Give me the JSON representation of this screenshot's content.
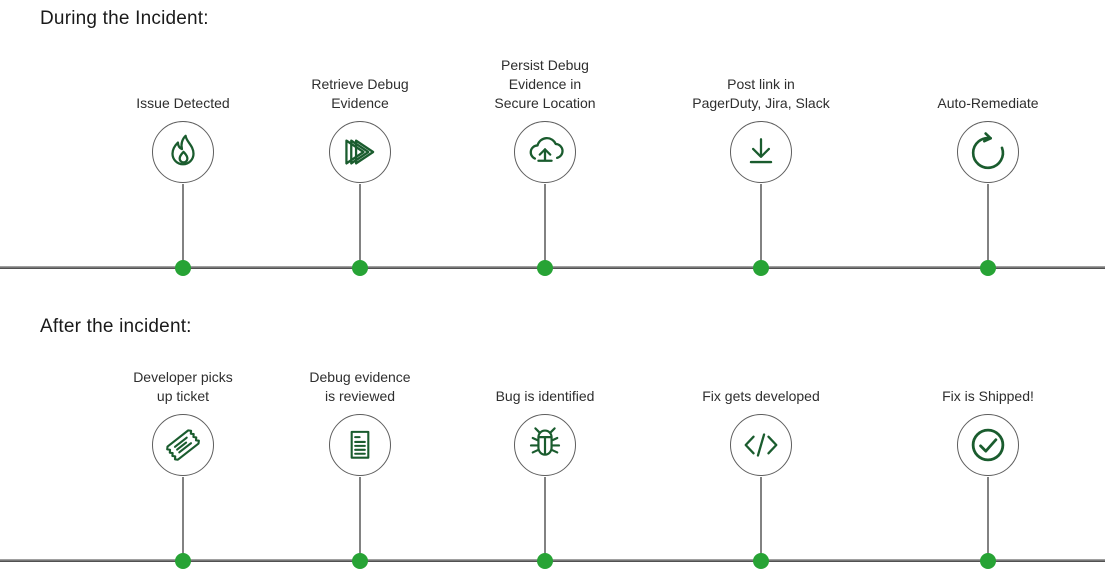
{
  "colors": {
    "icon_green": "#1a5c2e",
    "dot_green": "#27a335",
    "circle_border": "#5e5e5e",
    "connector_gray": "#828282",
    "heading_color": "#1a1a1a",
    "label_color": "#2e2e2e",
    "bg": "#ffffff"
  },
  "sections": [
    {
      "heading": "During the Incident:",
      "steps": [
        {
          "label_lines": [
            "Issue Detected"
          ],
          "icon": "flame-icon"
        },
        {
          "label_lines": [
            "Retrieve Debug",
            "Evidence"
          ],
          "icon": "fast-forward-icon"
        },
        {
          "label_lines": [
            "Persist Debug",
            "Evidence in",
            "Secure Location"
          ],
          "icon": "cloud-upload-icon"
        },
        {
          "label_lines": [
            "Post link in",
            "PagerDuty, Jira, Slack"
          ],
          "icon": "download-tray-icon"
        },
        {
          "label_lines": [
            "Auto-Remediate"
          ],
          "icon": "refresh-icon"
        }
      ]
    },
    {
      "heading": "After the incident:",
      "steps": [
        {
          "label_lines": [
            "Developer picks",
            "up ticket"
          ],
          "icon": "ticket-icon"
        },
        {
          "label_lines": [
            "Debug evidence",
            "is reviewed"
          ],
          "icon": "document-icon"
        },
        {
          "label_lines": [
            "Bug is identified"
          ],
          "icon": "bug-icon"
        },
        {
          "label_lines": [
            "Fix gets developed"
          ],
          "icon": "code-icon"
        },
        {
          "label_lines": [
            "Fix is Shipped!"
          ],
          "icon": "check-circle-icon"
        }
      ]
    }
  ]
}
